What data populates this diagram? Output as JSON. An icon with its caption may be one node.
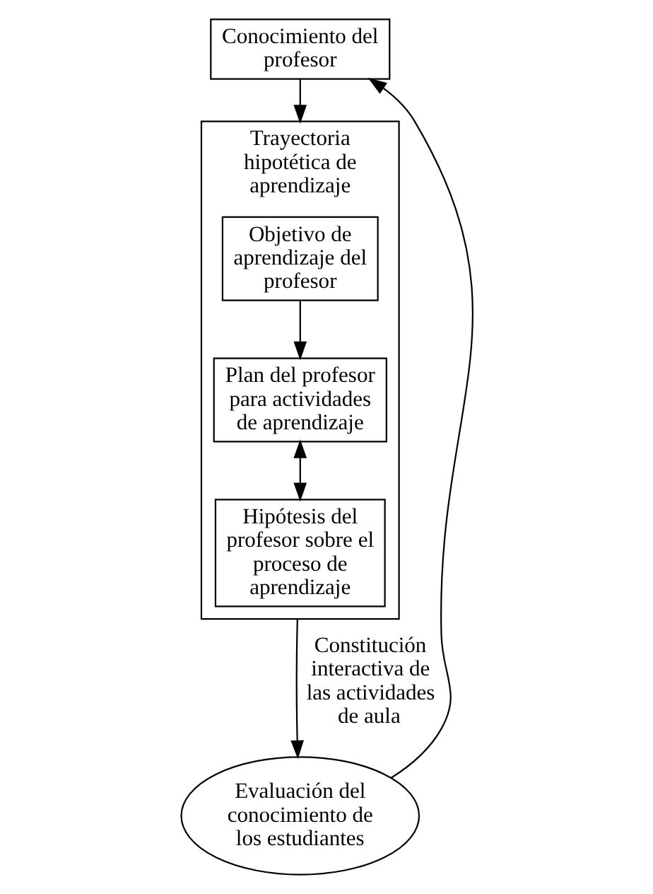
{
  "diagram": {
    "nodes": [
      {
        "text": [
          "Conocimiento del profesor"
        ]
      },
      {
        "text": [
          "Trayectoria hipotética de aprendizaje"
        ]
      },
      {
        "text": [
          "Objetivo de aprendizaje del profesor"
        ],
        "in": 1
      },
      {
        "text": [
          "Plan del profesor para actividades de aprendizaje"
        ],
        "in": 1
      },
      {
        "text": [
          "Hipótesis del profesor sobre el proceso de aprendizaje"
        ],
        "in": 1
      },
      {
        "text": [
          "Evaluación del conocimiento de los estudiantes"
        ]
      }
    ],
    "edges": [
      {
        "from": 0,
        "to": 1,
        "arrow": "to"
      },
      {
        "from": 2,
        "to": 3,
        "arrow": "to"
      },
      {
        "from": 3,
        "to": 4,
        "arrow": "both"
      },
      {
        "from": 1,
        "to": 5,
        "arrow": "to",
        "label": "Constitución interactiva de las actividades de aula"
      },
      {
        "from": 5,
        "to": 0,
        "arrow": "to"
      }
    ]
  }
}
